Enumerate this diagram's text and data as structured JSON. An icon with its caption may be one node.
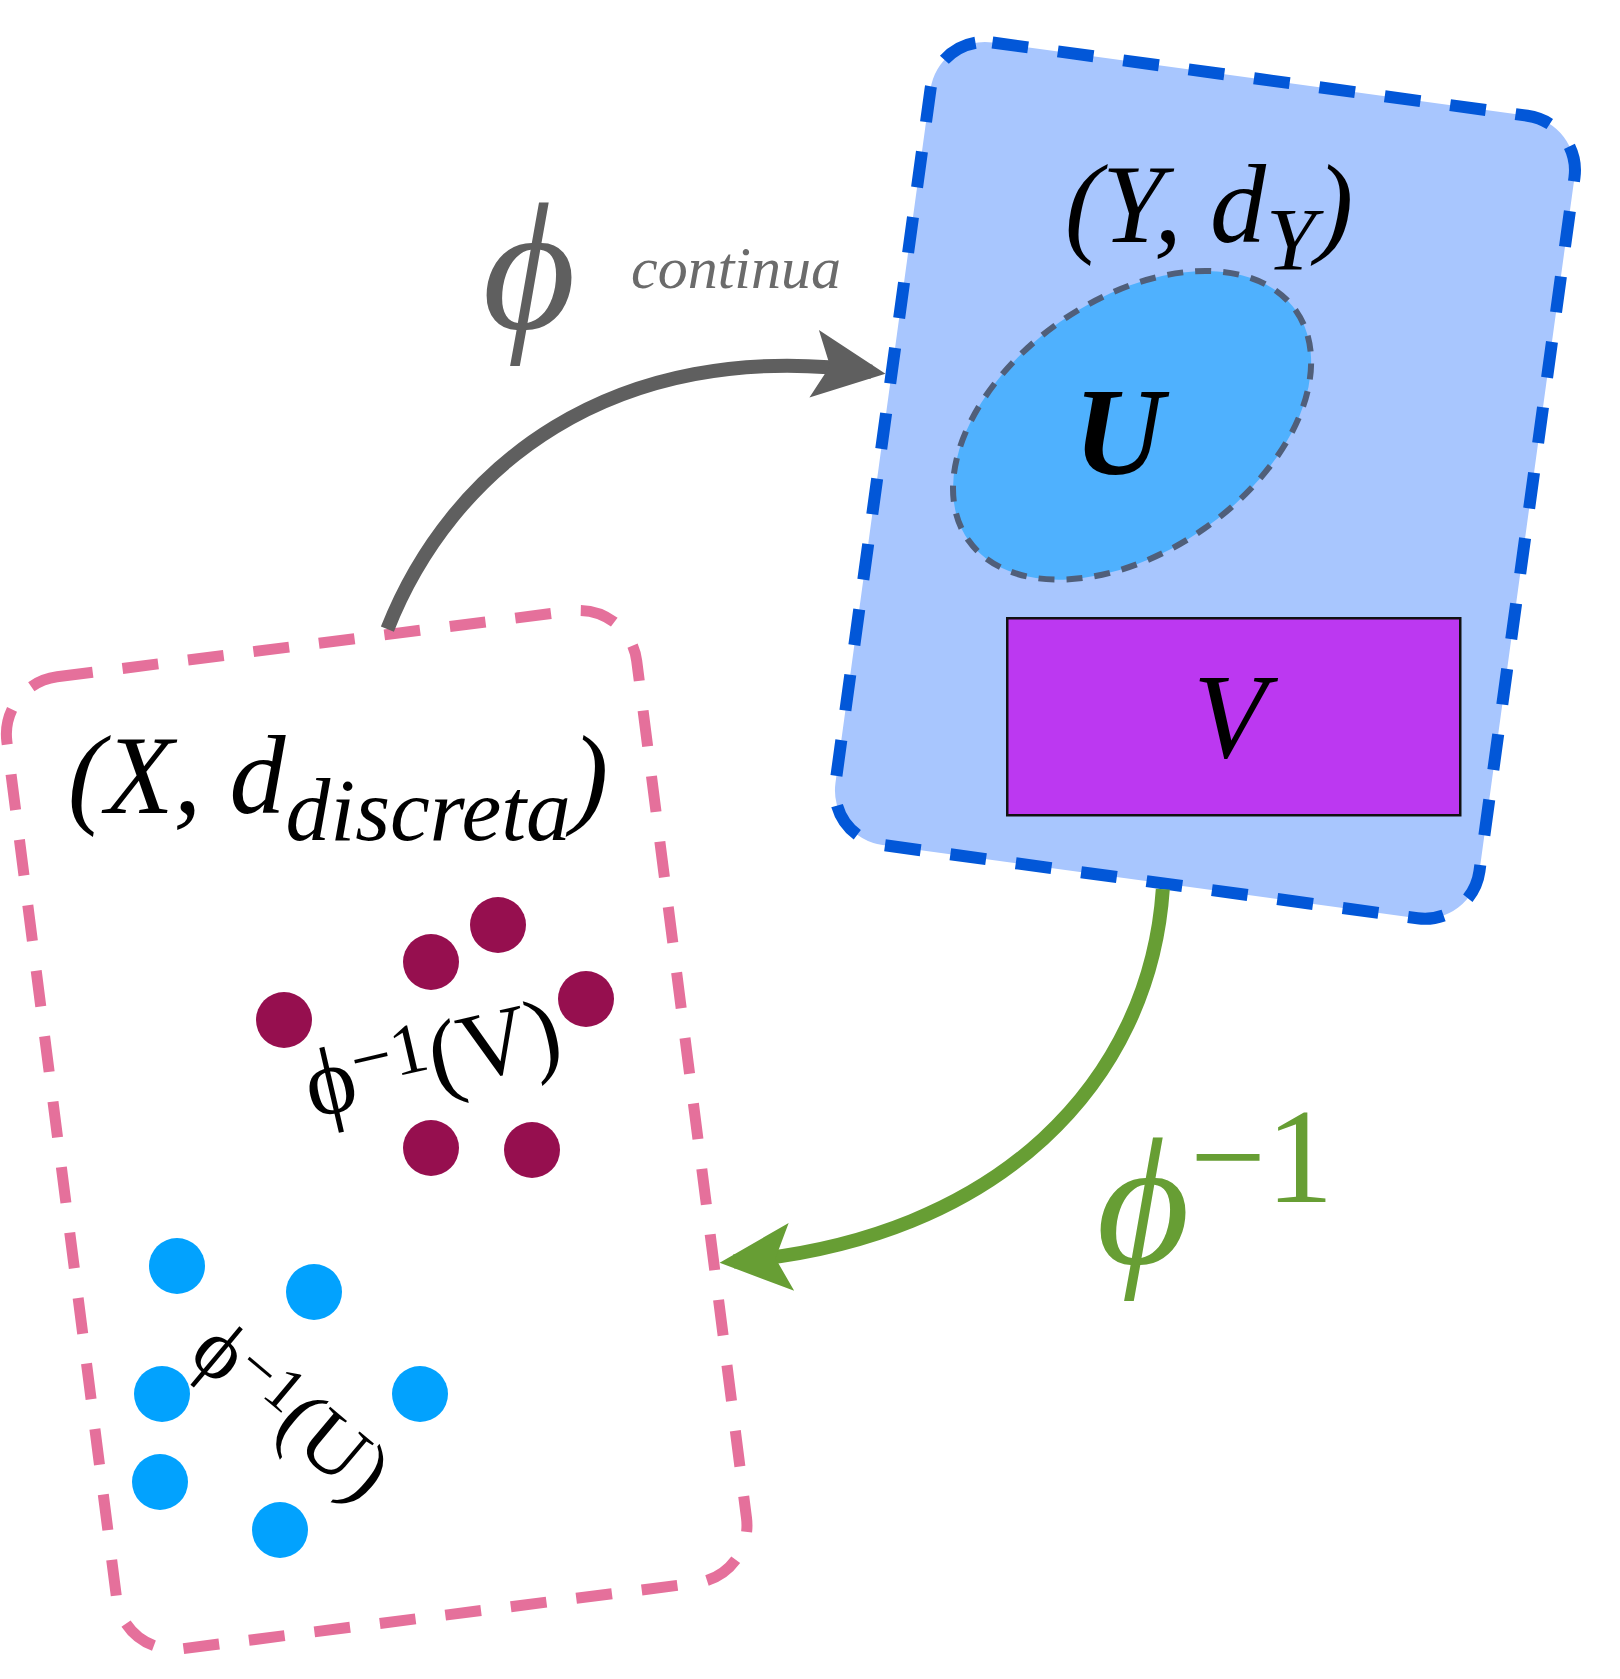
{
  "diagram": {
    "nodes": [
      {
        "text": [
          "(X, d$_{discreta}$)"
        ]
      },
      {
        "text": [
          "(Y, d$_{Y}$)"
        ]
      },
      {
        "text": [
          "U"
        ],
        "in": 1
      },
      {
        "text": [
          "V"
        ],
        "in": 1
      }
    ],
    "edges": [
      {
        "from": 0,
        "to": 1,
        "arrow": "to",
        "label": "ϕ",
        "color": "#5f5f5f"
      },
      {
        "from": 1,
        "to": 0,
        "arrow": "to",
        "label": "*ϕ*$^{−1}$",
        "color": "#679e34"
      }
    ],
    "labels": [
      "continua",
      "ϕ$^{−1}$(V)",
      "ϕ$^{−1}$(U)"
    ]
  }
}
